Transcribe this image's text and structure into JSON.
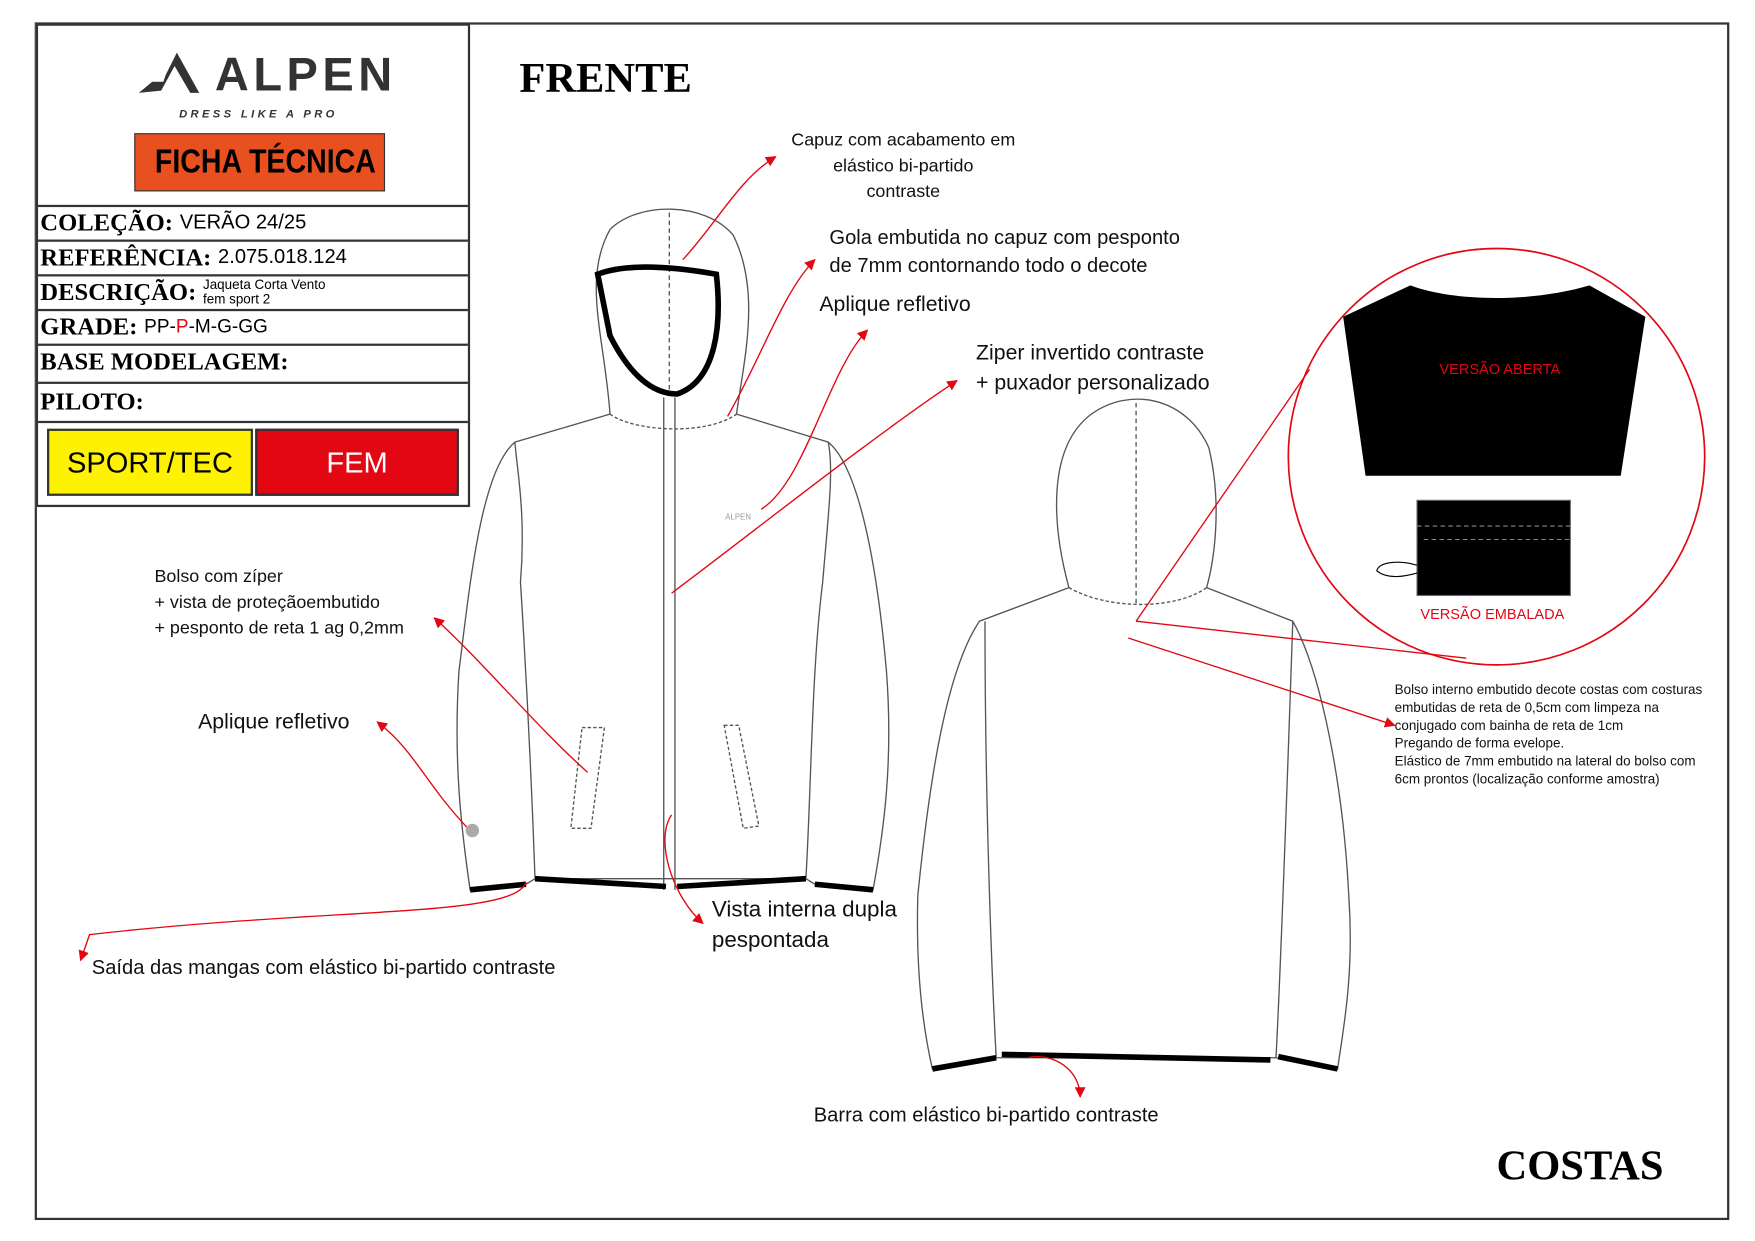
{
  "brand": {
    "name": "ALPEN",
    "tagline": "DRESS LIKE A PRO",
    "sheet_title": "FICHA TÉCNICA"
  },
  "fields": {
    "colecao": {
      "label": "COLEÇÃO:",
      "value": "VERÃO 24/25"
    },
    "referencia": {
      "label": "REFERÊNCIA:",
      "value": "2.075.018.124"
    },
    "descricao": {
      "label": "DESCRIÇÃO:",
      "value_line1": "Jaqueta Corta Vento",
      "value_line2": "fem sport 2"
    },
    "grade": {
      "label": "GRADE:",
      "sizes": [
        "PP-",
        "P",
        "-M-G-GG"
      ],
      "highlight_color": "#e30613"
    },
    "base_modelagem": {
      "label": "BASE MODELAGEM:"
    },
    "piloto": {
      "label": "PILOTO:"
    }
  },
  "badges": {
    "category": "SPORT/TEC",
    "category_color": "#fff200",
    "gender": "FEM",
    "gender_color": "#e30613"
  },
  "views": {
    "front": "FRENTE",
    "back": "COSTAS"
  },
  "annotations": {
    "capuz": [
      "Capuz com acabamento em",
      "elástico bi-partido",
      "contraste"
    ],
    "gola": [
      "Gola embutida no capuz com pesponto",
      "de 7mm contornando todo o decote"
    ],
    "aplique1": "Aplique refletivo",
    "ziper": [
      "Ziper invertido contraste",
      "+ puxador personalizado"
    ],
    "bolso": [
      "Bolso com zíper",
      "+ vista de proteçãoembutido",
      "+ pesponto de reta 1 ag 0,2mm"
    ],
    "aplique2": "Aplique refletivo",
    "vista": [
      "Vista interna dupla",
      "pespontada"
    ],
    "mangas": "Saída das mangas com elástico bi-partido contraste",
    "barra": "Barra com elástico bi-partido contraste",
    "bolso_interno": [
      "Bolso interno embutido decote costas com costuras",
      "embutidas de reta de 0,5cm com limpeza na",
      "conjugado com bainha de reta de 1cm",
      "Pregando de forma evelope.",
      "Elástico de 7mm embutido na lateral do bolso  com",
      "6cm prontos (localização conforme amostra)"
    ],
    "versao_aberta": "VERSÃO ABERTA",
    "versao_embalada": "VERSÃO EMBALADA",
    "chest_logo": "ALPEN"
  }
}
